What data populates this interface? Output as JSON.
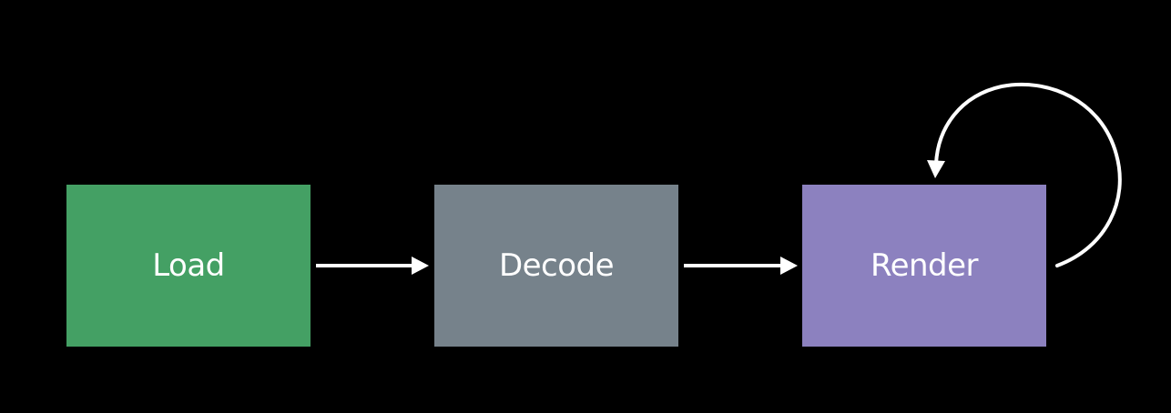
{
  "stages": [
    {
      "label": "Load",
      "color": "#44a064"
    },
    {
      "label": "Decode",
      "color": "#76828b"
    },
    {
      "label": "Render",
      "color": "#8c81bf"
    }
  ],
  "arrow_color": "#ffffff",
  "background": "#000000"
}
